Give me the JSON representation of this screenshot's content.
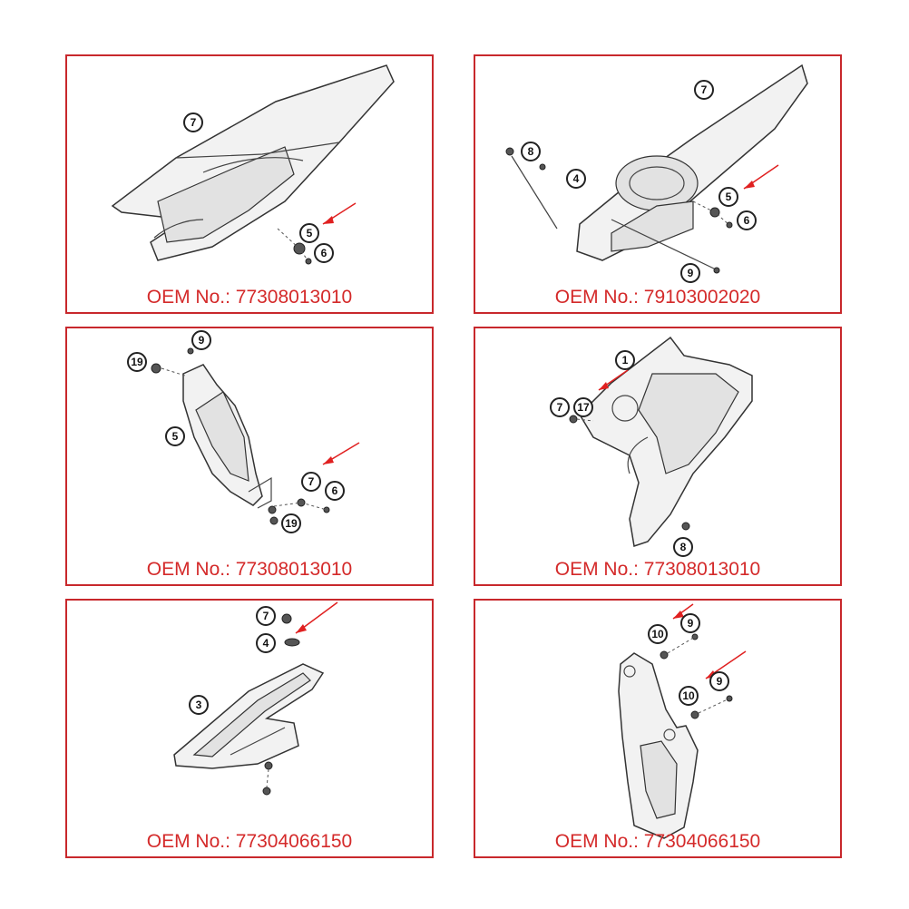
{
  "panels": [
    {
      "caption": "OEM No.: 77308013010",
      "callouts": [
        "7",
        "5",
        "6"
      ]
    },
    {
      "caption": "OEM No.: 79103002020",
      "callouts": [
        "7",
        "8",
        "4",
        "5",
        "6",
        "9"
      ]
    },
    {
      "caption": "OEM No.: 77308013010",
      "callouts": [
        "9",
        "19",
        "5",
        "7",
        "6",
        "19"
      ]
    },
    {
      "caption": "OEM No.: 77308013010",
      "callouts": [
        "1",
        "7",
        "17",
        "8"
      ]
    },
    {
      "caption": "OEM No.: 77304066150",
      "callouts": [
        "7",
        "4",
        "3"
      ]
    },
    {
      "caption": "OEM No.: 77304066150",
      "callouts": [
        "10",
        "9",
        "9",
        "10"
      ]
    }
  ],
  "colors": {
    "border": "#c8282c",
    "caption": "#d42a2a",
    "arrow": "#e02020"
  }
}
